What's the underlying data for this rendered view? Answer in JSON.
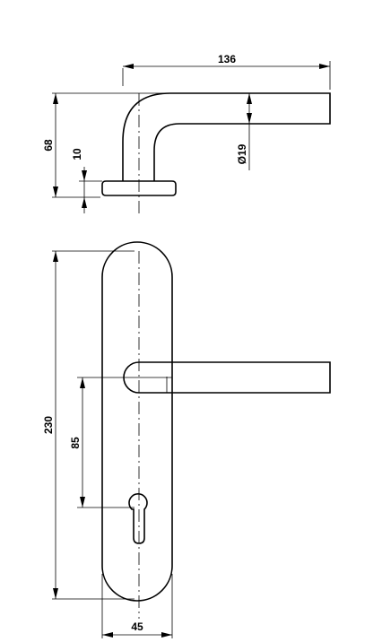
{
  "dimensions": {
    "width_136": "136",
    "height_68": "68",
    "rose_10": "10",
    "diameter_19": "Ø19",
    "height_230": "230",
    "spacing_85": "85",
    "width_45": "45"
  }
}
